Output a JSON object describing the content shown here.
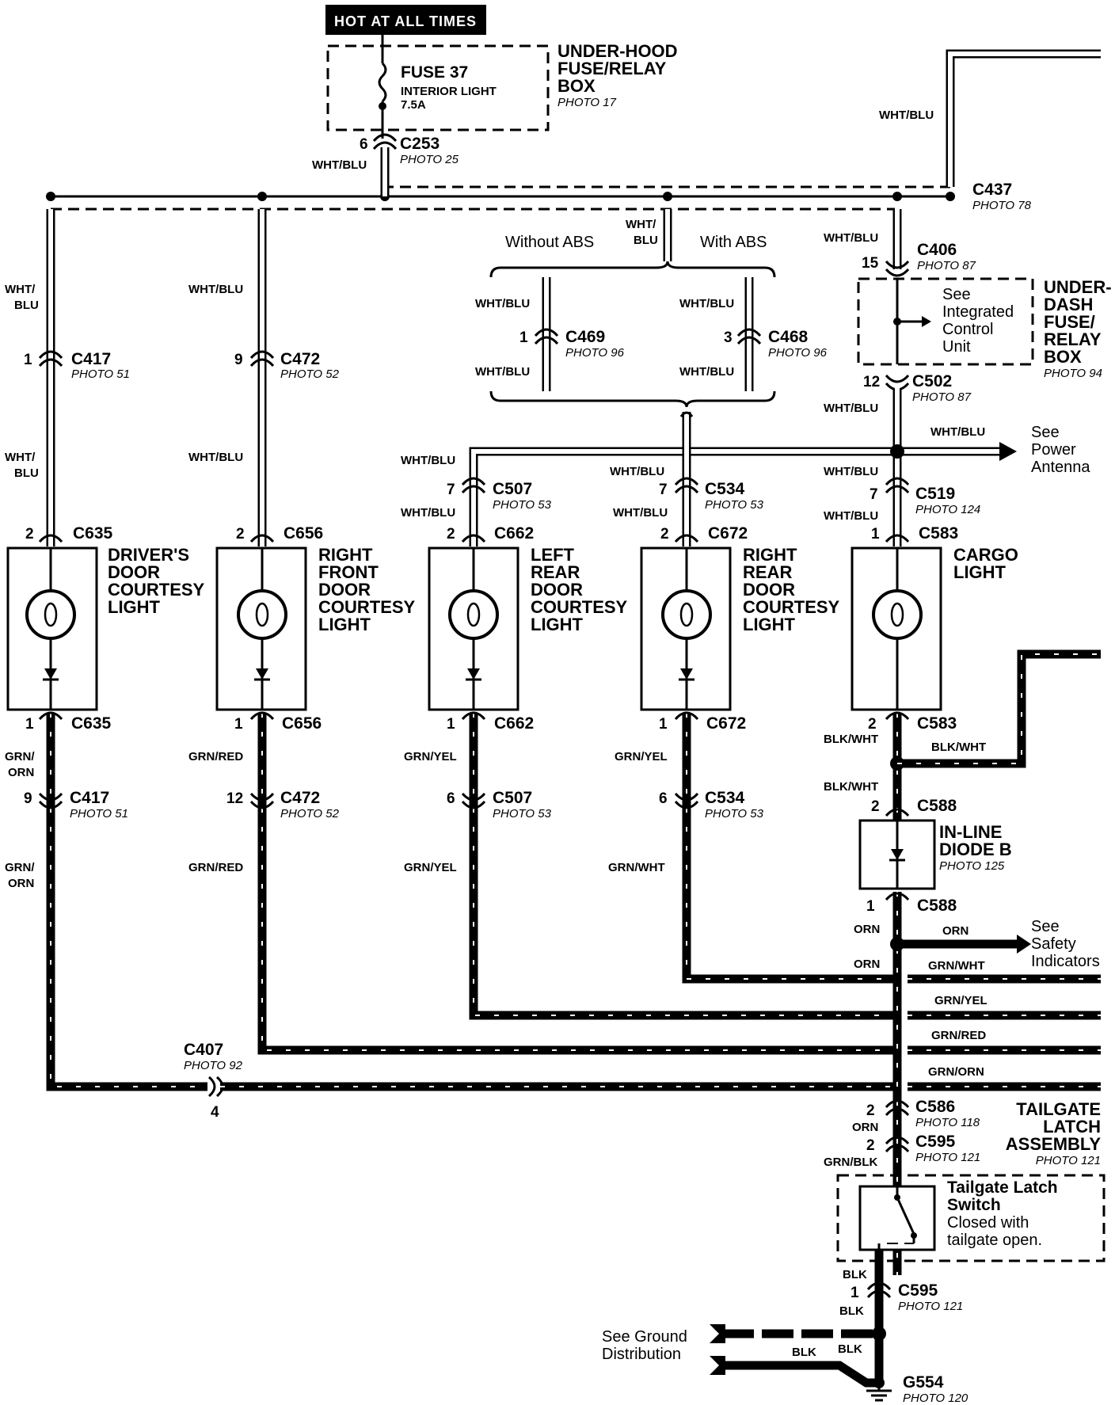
{
  "header": {
    "hot_at_all_times": "HOT AT ALL TIMES"
  },
  "fuse_box": {
    "title_1": "UNDER-HOOD",
    "title_2": "FUSE/RELAY",
    "title_3": "BOX",
    "photo": "PHOTO 17",
    "fuse_name": "FUSE 37",
    "fuse_desc": "INTERIOR LIGHT",
    "fuse_rating": "7.5A"
  },
  "connectors": {
    "c253": {
      "id": "C253",
      "pin": "6",
      "photo": "PHOTO 25"
    },
    "c437": {
      "id": "C437",
      "photo": "PHOTO 78"
    },
    "c406": {
      "id": "C406",
      "pin": "15",
      "photo": "PHOTO 87"
    },
    "c502": {
      "id": "C502",
      "pin": "12",
      "photo": "PHOTO 87"
    },
    "c469": {
      "id": "C469",
      "pin": "1",
      "photo": "PHOTO 96"
    },
    "c468": {
      "id": "C468",
      "pin": "3",
      "photo": "PHOTO 96"
    },
    "c417_top": {
      "id": "C417",
      "pin": "1",
      "photo": "PHOTO 51"
    },
    "c472_top": {
      "id": "C472",
      "pin": "9",
      "photo": "PHOTO 52"
    },
    "c507_top": {
      "id": "C507",
      "pin": "7",
      "photo": "PHOTO 53"
    },
    "c534_top": {
      "id": "C534",
      "pin": "7",
      "photo": "PHOTO 53"
    },
    "c519": {
      "id": "C519",
      "pin": "7",
      "photo": "PHOTO 124"
    },
    "c635_top": {
      "id": "C635",
      "pin": "2"
    },
    "c656_top": {
      "id": "C656",
      "pin": "2"
    },
    "c662_top": {
      "id": "C662",
      "pin": "2"
    },
    "c672_top": {
      "id": "C672",
      "pin": "2"
    },
    "c583_top": {
      "id": "C583",
      "pin": "1"
    },
    "c635_bot": {
      "id": "C635",
      "pin": "1"
    },
    "c656_bot": {
      "id": "C656",
      "pin": "1"
    },
    "c662_bot": {
      "id": "C662",
      "pin": "1"
    },
    "c672_bot": {
      "id": "C672",
      "pin": "1"
    },
    "c583_bot": {
      "id": "C583",
      "pin": "2"
    },
    "c417_bot": {
      "id": "C417",
      "pin": "9",
      "photo": "PHOTO 51"
    },
    "c472_bot": {
      "id": "C472",
      "pin": "12",
      "photo": "PHOTO 52"
    },
    "c507_bot": {
      "id": "C507",
      "pin": "6",
      "photo": "PHOTO 53"
    },
    "c534_bot": {
      "id": "C534",
      "pin": "6",
      "photo": "PHOTO 53"
    },
    "c588_top": {
      "id": "C588",
      "pin": "2"
    },
    "c588_bot": {
      "id": "C588",
      "pin": "1"
    },
    "c407": {
      "id": "C407",
      "pin": "4",
      "photo": "PHOTO 92"
    },
    "c586": {
      "id": "C586",
      "pin": "2",
      "photo": "PHOTO 118"
    },
    "c595_top": {
      "id": "C595",
      "pin": "2",
      "photo": "PHOTO 121"
    },
    "c595_bot": {
      "id": "C595",
      "pin": "1",
      "photo": "PHOTO 121"
    },
    "g554": {
      "id": "G554",
      "photo": "PHOTO 120"
    }
  },
  "wires": {
    "wht_blu": "WHT/BLU",
    "wht_slash": "WHT/",
    "blu": "BLU",
    "grn_slash": "GRN/",
    "orn": "ORN",
    "grn_red": "GRN/RED",
    "grn_yel": "GRN/YEL",
    "grn_wht": "GRN/WHT",
    "grn_orn": "GRN/ORN",
    "blk_wht": "BLK/WHT",
    "grn_blk": "GRN/BLK",
    "blk": "BLK"
  },
  "abs": {
    "without": "Without ABS",
    "with": "With ABS"
  },
  "under_dash": {
    "title_1": "UNDER-",
    "title_2": "DASH",
    "title_3": "FUSE/",
    "title_4": "RELAY",
    "title_5": "BOX",
    "photo": "PHOTO 94",
    "see_1": "See",
    "see_2": "Integrated",
    "see_3": "Control",
    "see_4": "Unit"
  },
  "power_antenna": {
    "line_1": "See",
    "line_2": "Power",
    "line_3": "Antenna"
  },
  "lights": {
    "driver": {
      "line_1": "DRIVER'S",
      "line_2": "DOOR",
      "line_3": "COURTESY",
      "line_4": "LIGHT"
    },
    "right_front": {
      "line_1": "RIGHT",
      "line_2": "FRONT",
      "line_3": "DOOR",
      "line_4": "COURTESY",
      "line_5": "LIGHT"
    },
    "left_rear": {
      "line_1": "LEFT",
      "line_2": "REAR",
      "line_3": "DOOR",
      "line_4": "COURTESY",
      "line_5": "LIGHT"
    },
    "right_rear": {
      "line_1": "RIGHT",
      "line_2": "REAR",
      "line_3": "DOOR",
      "line_4": "COURTESY",
      "line_5": "LIGHT"
    },
    "cargo": {
      "line_1": "CARGO",
      "line_2": "LIGHT"
    }
  },
  "diode": {
    "line_1": "IN-LINE",
    "line_2": "DIODE B",
    "photo": "PHOTO 125"
  },
  "safety": {
    "line_1": "See",
    "line_2": "Safety",
    "line_3": "Indicators"
  },
  "tailgate": {
    "title_1": "TAILGATE",
    "title_2": "LATCH",
    "title_3": "ASSEMBLY",
    "photo": "PHOTO 121",
    "switch_1": "Tailgate Latch",
    "switch_2": "Switch",
    "switch_3": "Closed with",
    "switch_4": "tailgate open."
  },
  "ground": {
    "line_1": "See Ground",
    "line_2": "Distribution"
  }
}
